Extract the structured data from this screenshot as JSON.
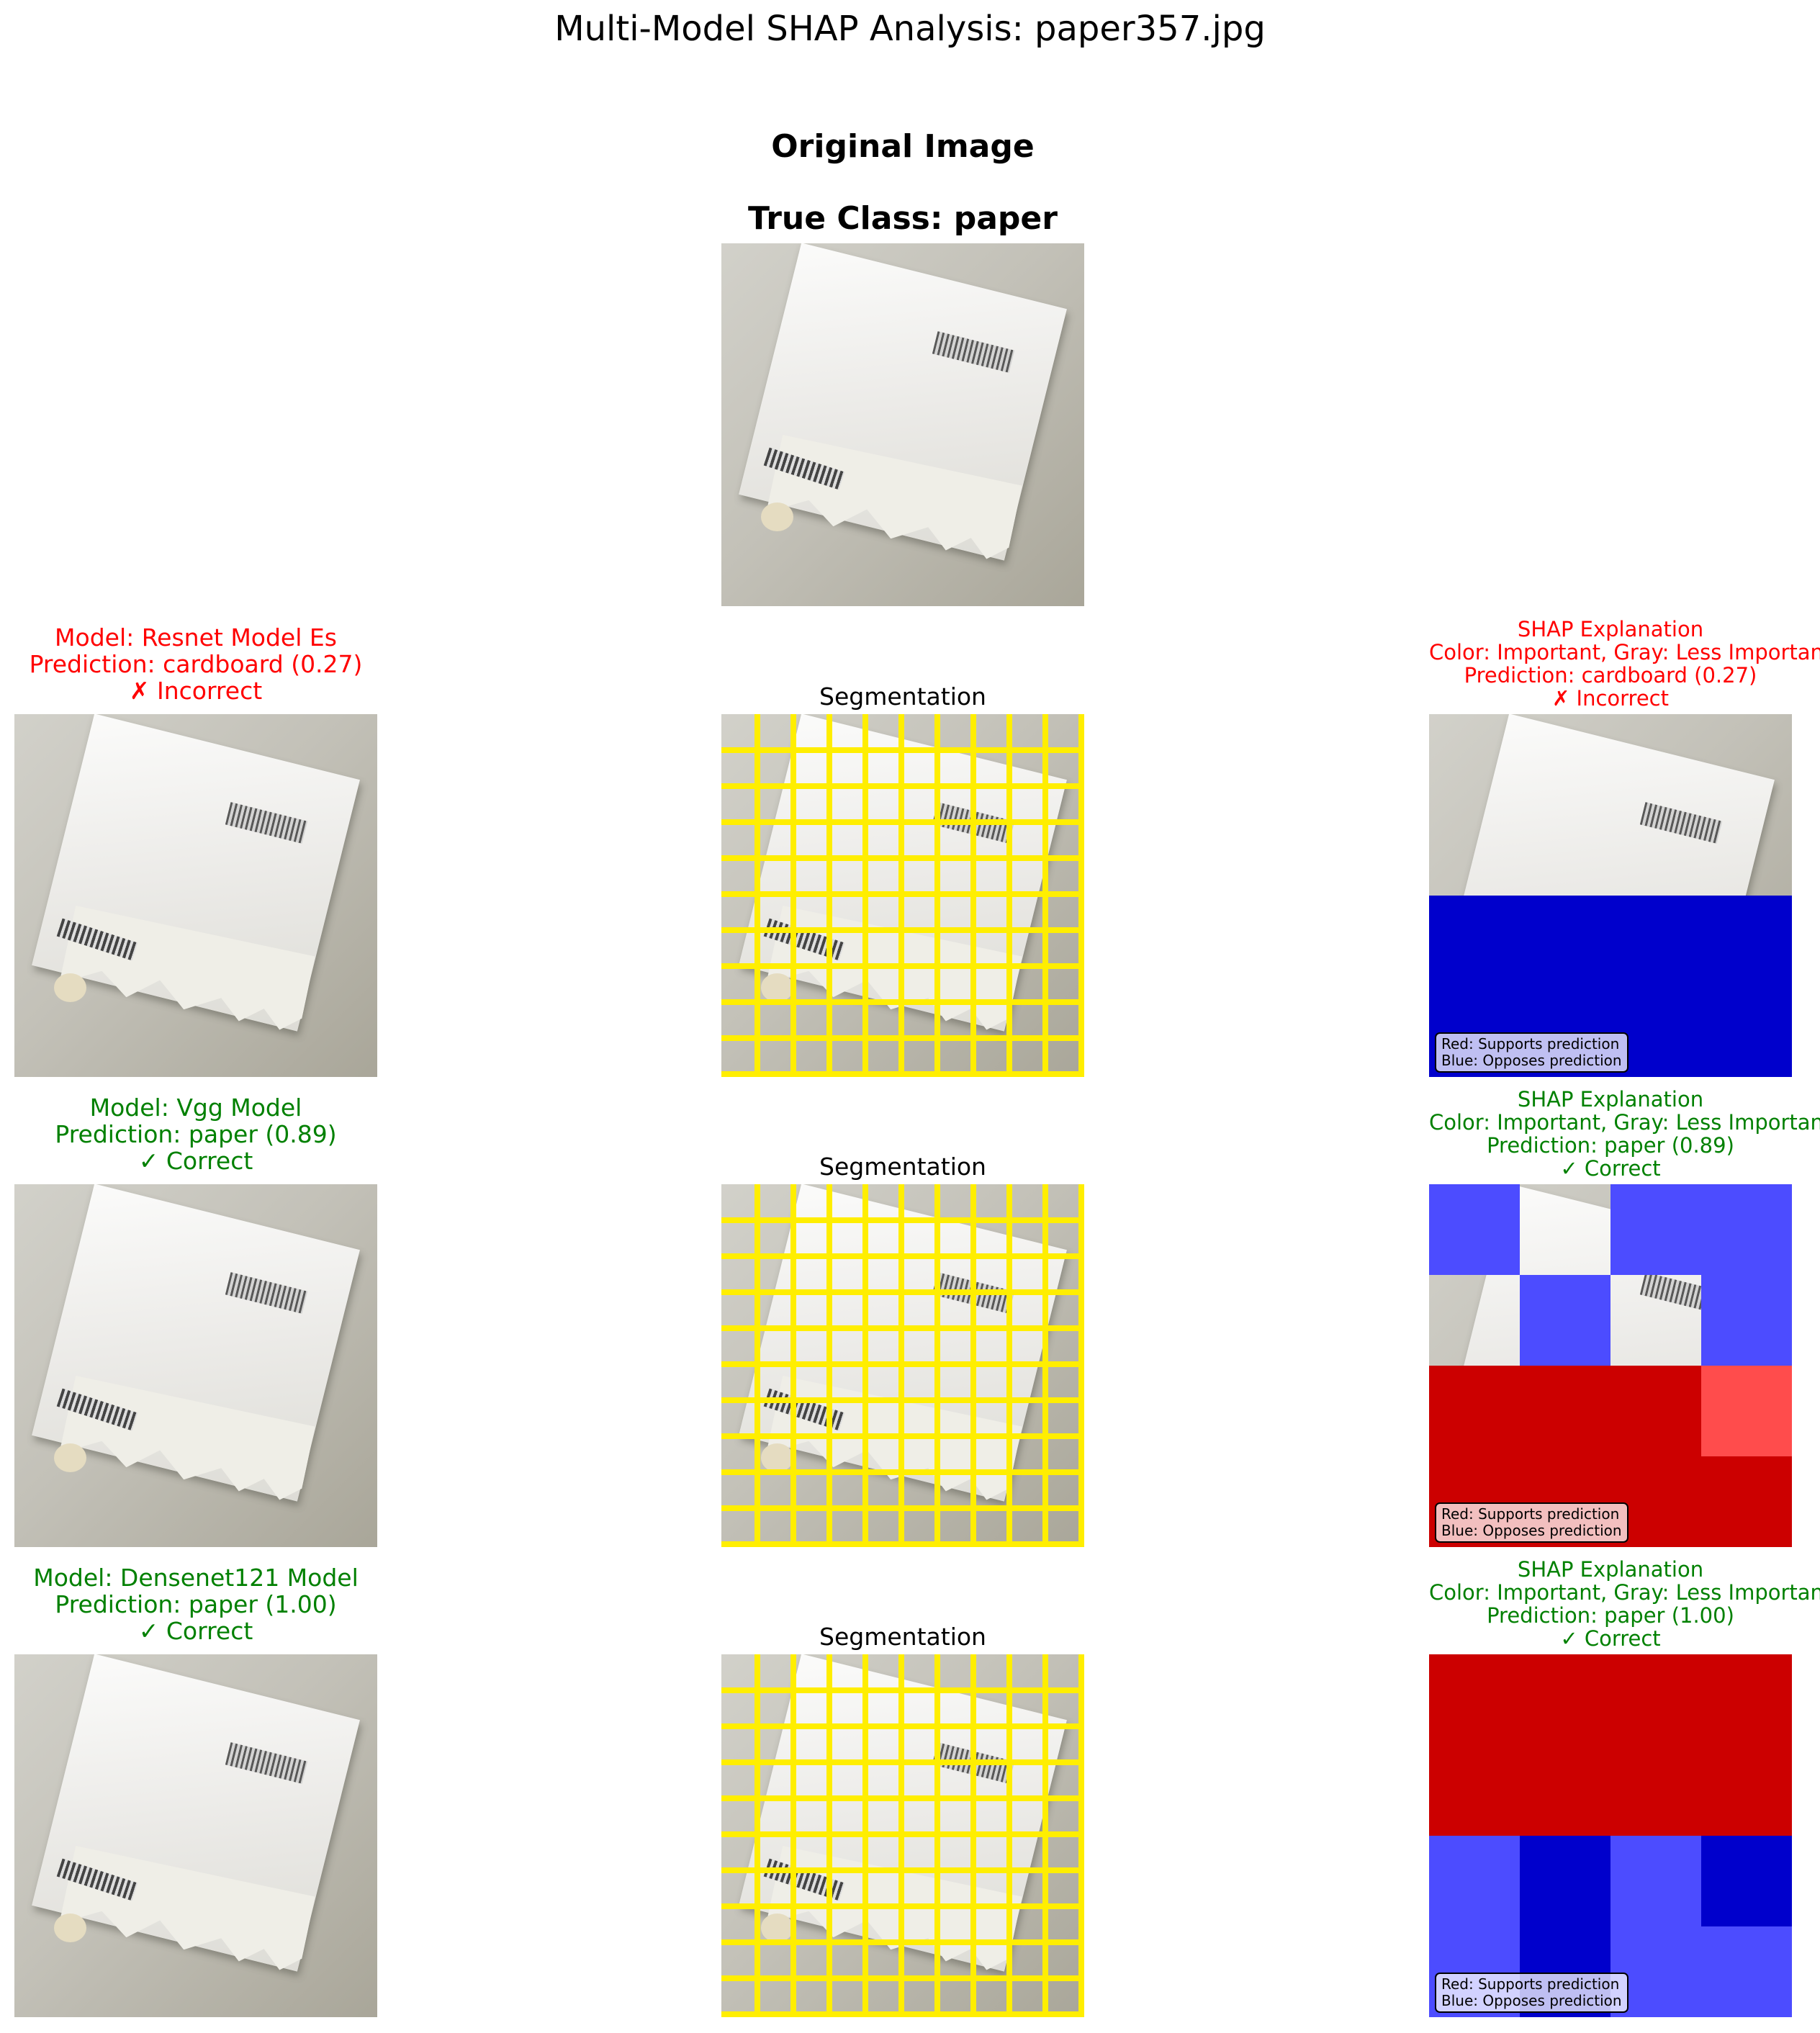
{
  "figure_title": "Multi-Model SHAP Analysis: paper357.jpg",
  "original": {
    "title_line1": "Original Image",
    "title_line2": "True Class: paper"
  },
  "colors": {
    "incorrect": "#ff0000",
    "correct": "#008000",
    "grid_line": "#ffee00",
    "supports_strong": "#cc0000",
    "supports_weak": "#ff4c4c",
    "opposes_strong": "#0000cc",
    "opposes_weak": "#4c4cff"
  },
  "legend": {
    "line1": "Red: Supports prediction",
    "line2": "Blue: Opposes prediction"
  },
  "segmentation_title": "Segmentation",
  "rows": [
    {
      "model_line": "Model: Resnet Model Es",
      "prediction_line": "Prediction: cardboard (0.27)",
      "status_line": "✗ Incorrect",
      "status": "incorrect",
      "shap_title": "SHAP Explanation",
      "shap_subtitle": "Color: Important, Gray: Less Important",
      "shap_prediction": "Prediction: cardboard (0.27)",
      "shap_status": "✗ Incorrect",
      "shap_grid": [
        [
          "img",
          "img",
          "img",
          "img"
        ],
        [
          "img",
          "img",
          "img",
          "img"
        ],
        [
          "os",
          "os",
          "os",
          "os"
        ],
        [
          "os",
          "os",
          "os",
          "os"
        ]
      ]
    },
    {
      "model_line": "Model: Vgg Model",
      "prediction_line": "Prediction: paper (0.89)",
      "status_line": "✓ Correct",
      "status": "correct",
      "shap_title": "SHAP Explanation",
      "shap_subtitle": "Color: Important, Gray: Less Important",
      "shap_prediction": "Prediction: paper (0.89)",
      "shap_status": "✓ Correct",
      "shap_grid": [
        [
          "ow",
          "img",
          "ow",
          "ow"
        ],
        [
          "img",
          "ow",
          "img",
          "ow"
        ],
        [
          "ss",
          "ss",
          "ss",
          "sw"
        ],
        [
          "ss",
          "ss",
          "ss",
          "ss"
        ]
      ]
    },
    {
      "model_line": "Model: Densenet121 Model",
      "prediction_line": "Prediction: paper (1.00)",
      "status_line": "✓ Correct",
      "status": "correct",
      "shap_title": "SHAP Explanation",
      "shap_subtitle": "Color: Important, Gray: Less Important",
      "shap_prediction": "Prediction: paper (1.00)",
      "shap_status": "✓ Correct",
      "shap_grid": [
        [
          "ss",
          "ss",
          "ss",
          "ss"
        ],
        [
          "ss",
          "ss",
          "ss",
          "ss"
        ],
        [
          "ow",
          "os",
          "ow",
          "os"
        ],
        [
          "ow",
          "os",
          "ow",
          "ow"
        ]
      ]
    }
  ]
}
